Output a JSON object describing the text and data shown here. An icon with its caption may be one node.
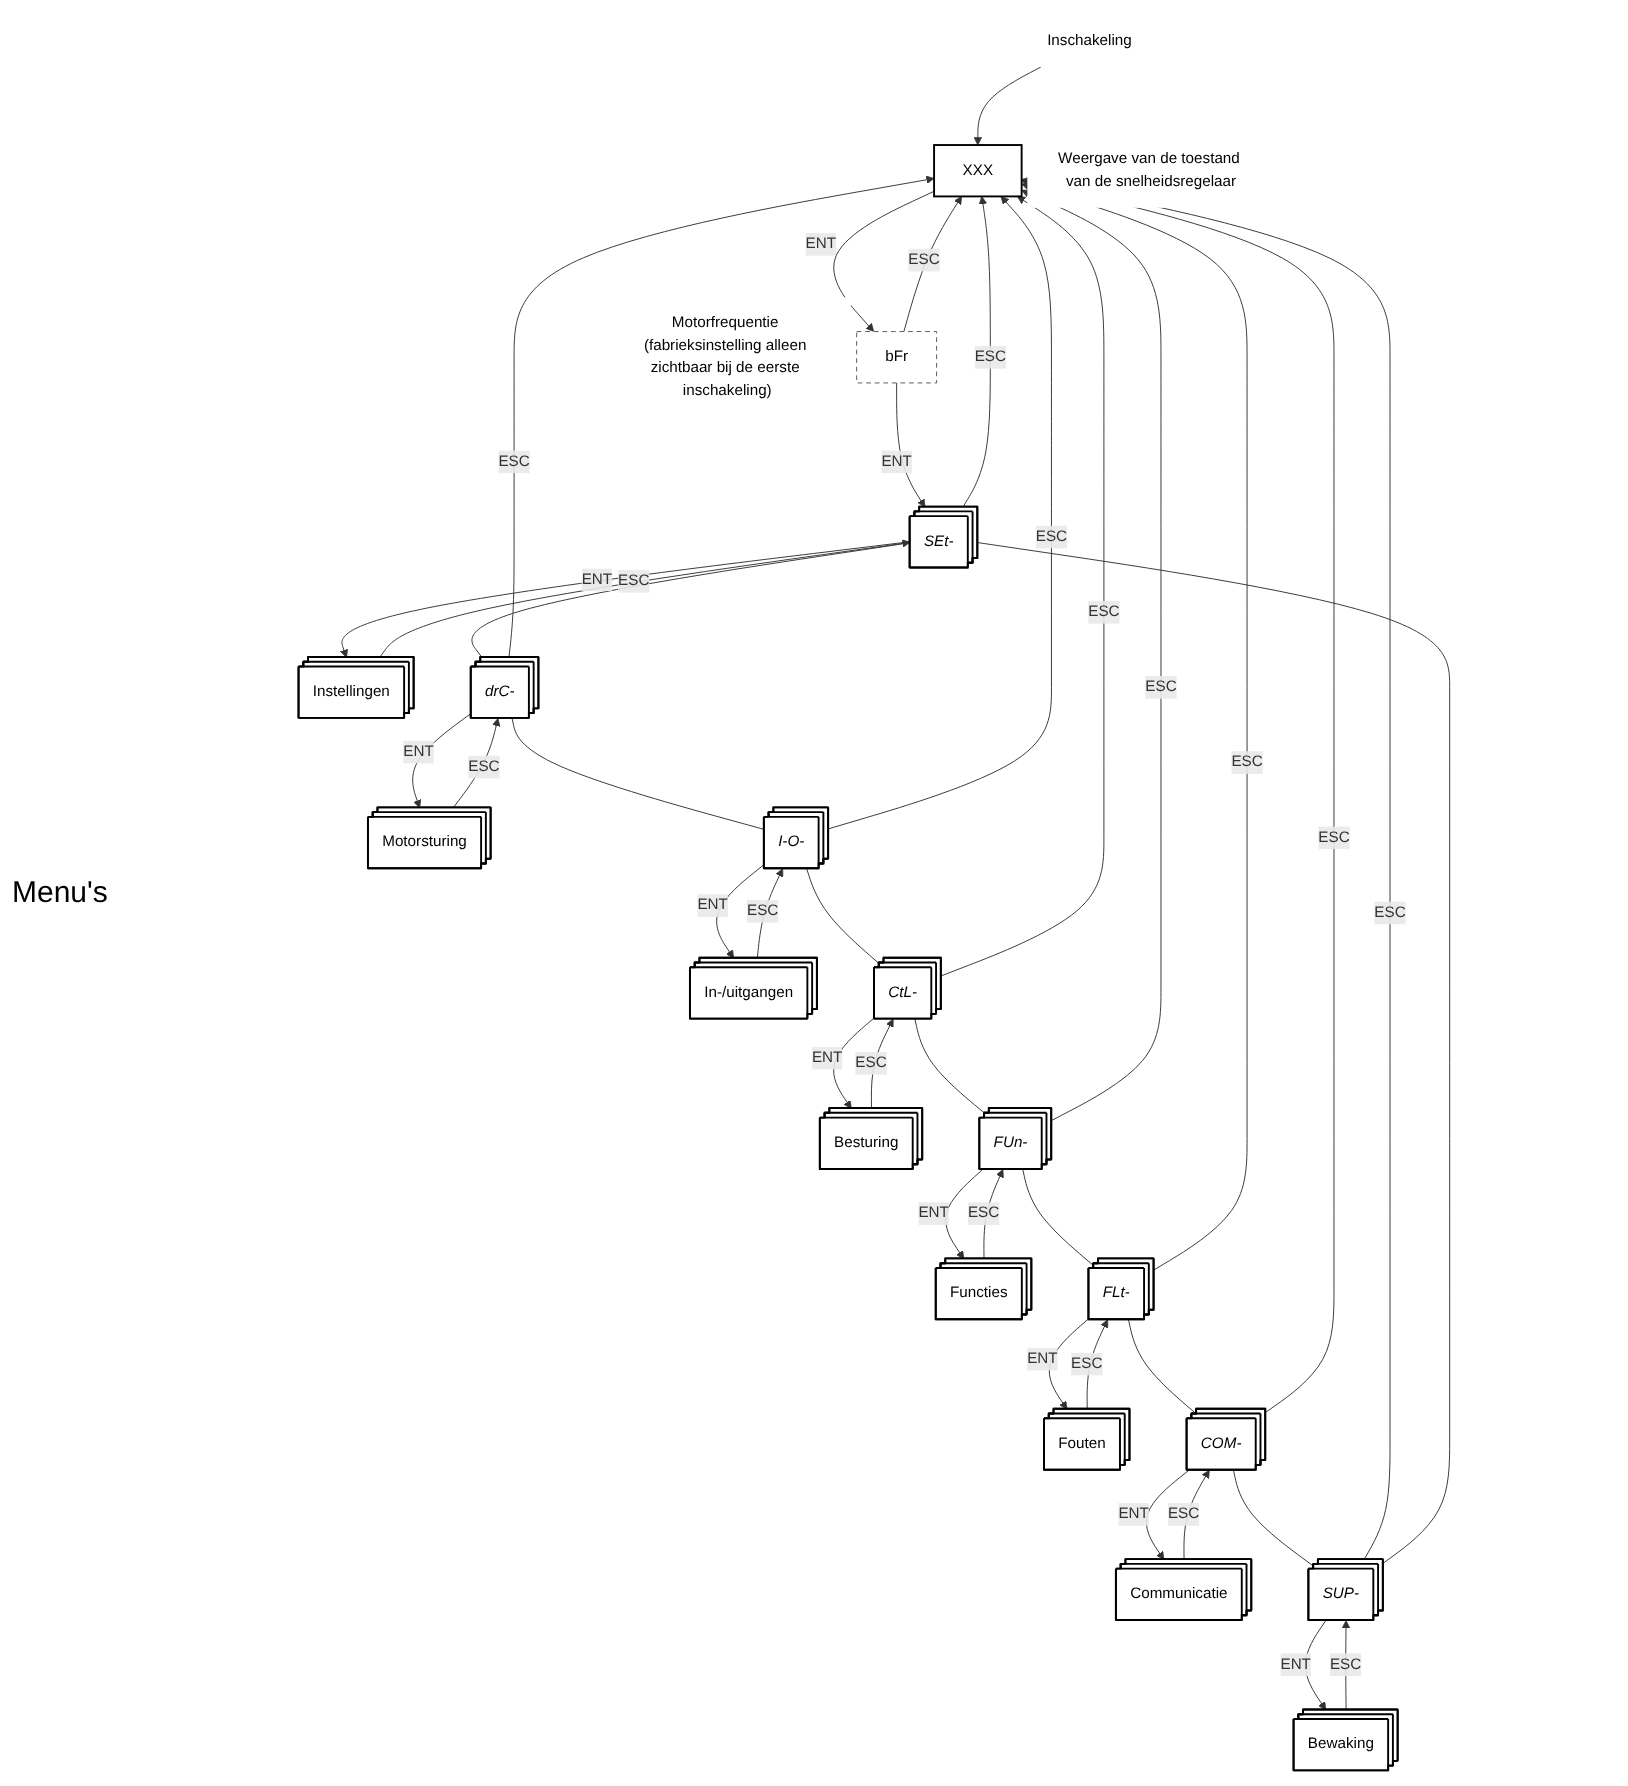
{
  "diagram": {
    "nodes": [
      {
        "text": [
          "Inschakeling"
        ]
      },
      {
        "text": [
          "XXX"
        ],
        "beside": [
          "Weergave van de toestand van de snelheidsregelaar"
        ]
      },
      {
        "text": [
          "bFr"
        ],
        "beside": [
          "Motorfrequentie (fabrieksinstelling alleen zichtbaar bij de eerste inschakeling)"
        ]
      },
      {
        "text": [
          "SEt-"
        ]
      },
      {
        "text": [
          "Instellingen"
        ]
      },
      {
        "text": [
          "drC-"
        ]
      },
      {
        "text": [
          "Motorsturing"
        ]
      },
      {
        "text": [
          "I-O-"
        ]
      },
      {
        "text": [
          "In-/uitgangen"
        ]
      },
      {
        "text": [
          "CtL-"
        ]
      },
      {
        "text": [
          "Besturing"
        ]
      },
      {
        "text": [
          "FUn-"
        ]
      },
      {
        "text": [
          "Functies"
        ]
      },
      {
        "text": [
          "FLt-"
        ]
      },
      {
        "text": [
          "Fouten"
        ]
      },
      {
        "text": [
          "COM-"
        ]
      },
      {
        "text": [
          "Communicatie"
        ]
      },
      {
        "text": [
          "SUP-"
        ]
      },
      {
        "text": [
          "Bewaking"
        ]
      }
    ],
    "edges": [
      {
        "from": 0,
        "to": 1,
        "arrow": "to"
      },
      {
        "from": 1,
        "to": 2,
        "label": "ENT",
        "arrow": "to"
      },
      {
        "from": 2,
        "to": 1,
        "label": "ESC",
        "arrow": "to"
      },
      {
        "from": 2,
        "to": 3,
        "label": "ENT",
        "arrow": "to"
      },
      {
        "from": 3,
        "to": 4,
        "label": "ENT",
        "arrow": "to"
      },
      {
        "from": 4,
        "to": 3,
        "label": "ESC",
        "arrow": "to"
      },
      {
        "from": 3,
        "to": 1,
        "label": "ESC",
        "arrow": "to"
      },
      {
        "from": 3,
        "to": 5,
        "arrow": "none"
      },
      {
        "from": 5,
        "to": 6,
        "label": "ENT",
        "arrow": "to"
      },
      {
        "from": 6,
        "to": 5,
        "label": "ESC",
        "arrow": "to"
      },
      {
        "from": 5,
        "to": 1,
        "label": "ESC",
        "arrow": "to"
      },
      {
        "from": 5,
        "to": 7,
        "arrow": "none"
      },
      {
        "from": 7,
        "to": 8,
        "label": "ENT",
        "arrow": "to"
      },
      {
        "from": 8,
        "to": 7,
        "label": "ESC",
        "arrow": "to"
      },
      {
        "from": 7,
        "to": 1,
        "label": "ESC",
        "arrow": "to"
      },
      {
        "from": 7,
        "to": 9,
        "arrow": "none"
      },
      {
        "from": 9,
        "to": 10,
        "label": "ENT",
        "arrow": "to"
      },
      {
        "from": 10,
        "to": 9,
        "label": "ESC",
        "arrow": "to"
      },
      {
        "from": 9,
        "to": 1,
        "label": "ESC",
        "arrow": "to"
      },
      {
        "from": 9,
        "to": 11,
        "arrow": "none"
      },
      {
        "from": 11,
        "to": 12,
        "label": "ENT",
        "arrow": "to"
      },
      {
        "from": 12,
        "to": 11,
        "label": "ESC",
        "arrow": "to"
      },
      {
        "from": 11,
        "to": 1,
        "label": "ESC",
        "arrow": "to"
      },
      {
        "from": 11,
        "to": 13,
        "arrow": "none"
      },
      {
        "from": 13,
        "to": 14,
        "label": "ENT",
        "arrow": "to"
      },
      {
        "from": 14,
        "to": 13,
        "label": "ESC",
        "arrow": "to"
      },
      {
        "from": 13,
        "to": 1,
        "label": "ESC",
        "arrow": "to"
      },
      {
        "from": 13,
        "to": 15,
        "arrow": "none"
      },
      {
        "from": 15,
        "to": 16,
        "label": "ENT",
        "arrow": "to"
      },
      {
        "from": 16,
        "to": 15,
        "label": "ESC",
        "arrow": "to"
      },
      {
        "from": 15,
        "to": 1,
        "label": "ESC",
        "arrow": "to"
      },
      {
        "from": 15,
        "to": 17,
        "arrow": "none"
      },
      {
        "from": 17,
        "to": 18,
        "label": "ENT",
        "arrow": "to"
      },
      {
        "from": 18,
        "to": 17,
        "label": "ESC",
        "arrow": "to"
      },
      {
        "from": 17,
        "to": 1,
        "label": "ESC",
        "arrow": "to"
      },
      {
        "from": 17,
        "to": 3,
        "arrow": "none"
      }
    ],
    "labels": [
      "Menu's"
    ]
  }
}
